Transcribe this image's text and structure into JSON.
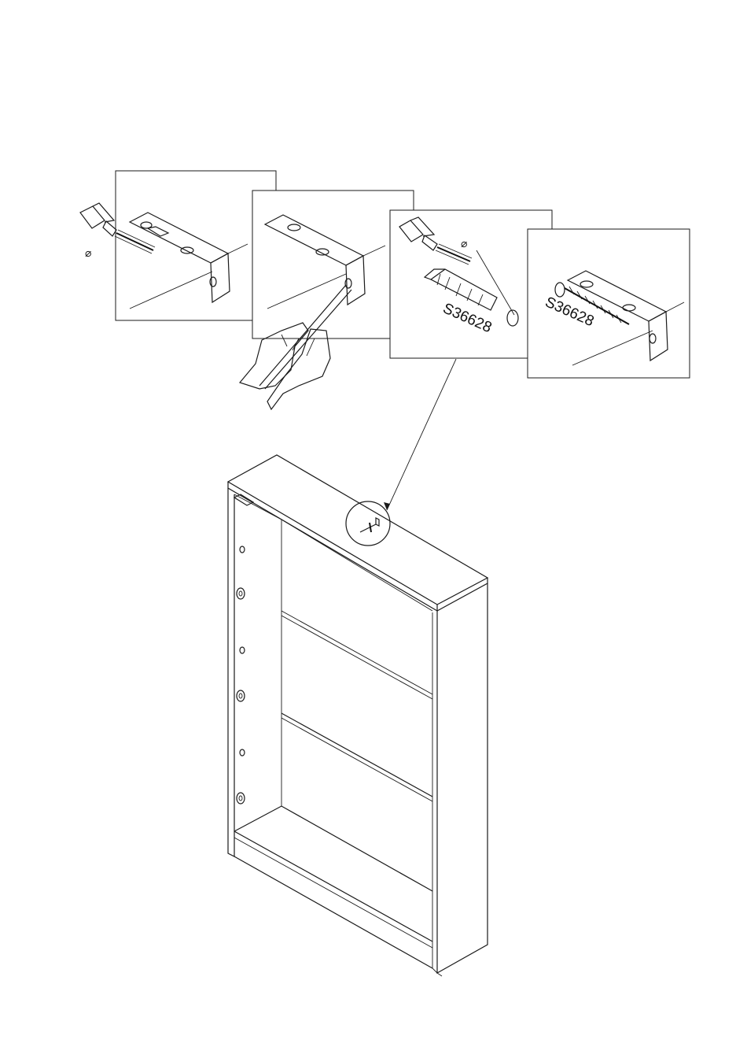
{
  "figure": {
    "step_panels": [
      {
        "id": "drill-wall",
        "symbol": "⌀"
      },
      {
        "id": "mark-hole",
        "symbol": ""
      },
      {
        "id": "insert-dowel",
        "symbol": "⌀",
        "part_code": "S36628"
      },
      {
        "id": "screw-bracket",
        "part_code": "S36628"
      }
    ],
    "colors": {
      "line": "#1a1a1a",
      "background": "#ffffff"
    }
  }
}
